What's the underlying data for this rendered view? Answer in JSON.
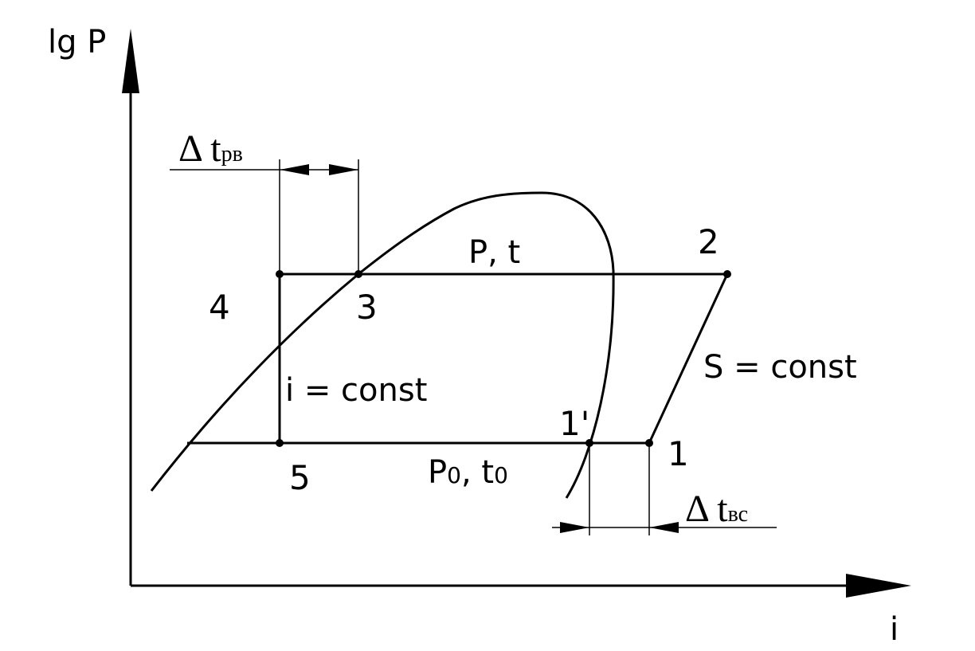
{
  "axes": {
    "y_label": "lg P",
    "x_label": "i"
  },
  "points": {
    "p1": "1",
    "p1_prime": "1'",
    "p2": "2",
    "p3": "3",
    "p4": "4",
    "p5": "5"
  },
  "process_labels": {
    "high_pressure": "P, t",
    "low_pressure_p": "P",
    "low_pressure_sub1": "0",
    "low_pressure_mid": ", t",
    "low_pressure_sub2": "0",
    "isentropic": "S = const",
    "isenthalpic": "i = const"
  },
  "dimensions": {
    "subcooling_delta": "Δ t",
    "subcooling_sub": "рв",
    "superheat_delta": "Δ t",
    "superheat_sub": "вс"
  }
}
